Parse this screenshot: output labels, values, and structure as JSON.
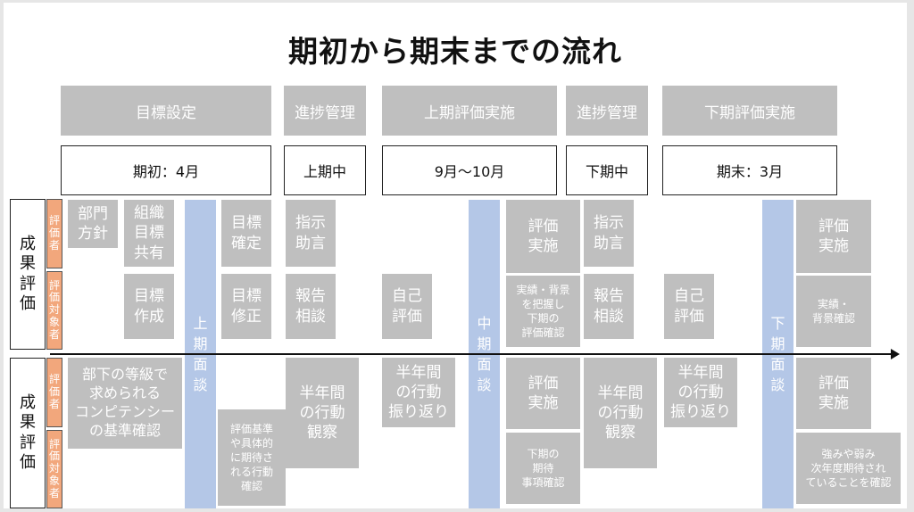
{
  "title": "期初から期末までの流れ",
  "phases": [
    "目標設定",
    "進捗管理",
    "上期評価実施",
    "進捗管理",
    "下期評価実施"
  ],
  "periods": [
    "期初：4月",
    "上期中",
    "9月～10月",
    "下期中",
    "期末：3月"
  ],
  "row_labels": [
    "成\n果\n評\n価",
    "成\n果\n評\n価"
  ],
  "roles": {
    "evaluator": "評\n価\n者",
    "evaluatee": "評\n価\n対\n象\n者"
  },
  "meetings": [
    "上\n期\n面\n談",
    "中\n期\n面\n談",
    "下\n期\n面\n談"
  ],
  "tasks": {
    "dept_policy": "部門\n方針",
    "org_goal_share": "組織\n目標\n共有",
    "goal_confirm": "目標\n確定",
    "guidance_1": "指示\n助言",
    "goal_create": "目標\n作成",
    "goal_revise": "目標\n修正",
    "report_1": "報告\n相談",
    "self_eval_1": "自己\n評価",
    "eval_exec_1": "評価\n実施",
    "grasp_results": "実績・背景\nを把握し\n下期の\n評価確認",
    "guidance_2": "指示\n助言",
    "report_2": "報告\n相談",
    "self_eval_2": "自己\n評価",
    "eval_exec_2": "評価\n実施",
    "results_bg_confirm": "実績・\n背景確認",
    "competency_confirm": "部下の等級で\n求められる\nコンピテンシー\nの基準確認",
    "criteria_confirm": "評価基準\nや具体的\nに期待さ\nれる行動\n確認",
    "half_year_observe": "半年間\nの行動\n観察",
    "half_year_reflect_1": "半年間\nの行動\n振り返り",
    "comp_eval_exec_1": "評価\n実施",
    "next_expect_confirm": "下期の\n期待\n事項確認",
    "half_year_observe_2": "半年間\nの行動\n観察",
    "half_year_reflect_2": "半年間\nの行動\n振り返り",
    "comp_eval_exec_2": "評価\n実施",
    "strength_confirm": "強みや弱み\n次年度期待され\nていることを確認"
  }
}
